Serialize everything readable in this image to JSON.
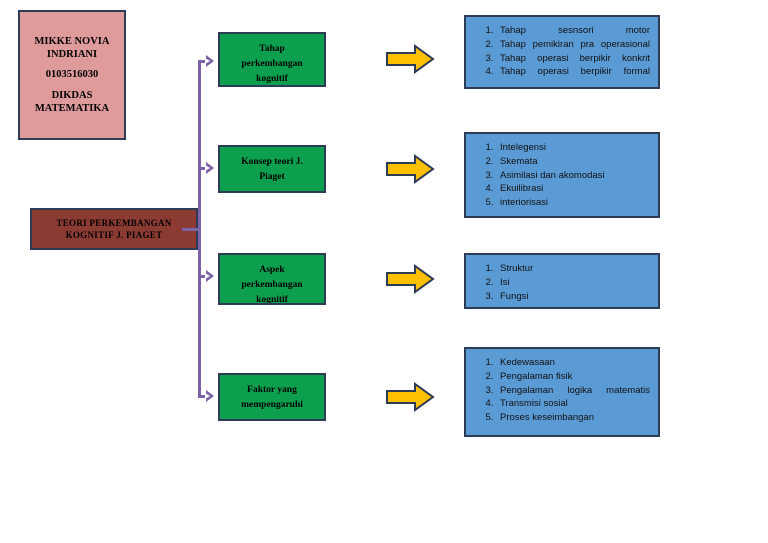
{
  "diagram": {
    "title": "Teori Perkembangan Kognitif J. Piaget",
    "colors": {
      "name_card_fill": "#DF9B9B",
      "root_fill": "#8C3B33",
      "stage_fill": "#0CA04E",
      "content_fill": "#5B9BD5",
      "arrow_fill": "#FFC000",
      "outline": "#2E3B55",
      "connector": "#7E62A8"
    },
    "name_card": {
      "student_name_line1": "MIKKE NOVIA",
      "student_name_line2": "INDRIANI",
      "student_id": "0103516030",
      "program_line1": "DIKDAS",
      "program_line2": "MATEMATIKA"
    },
    "root": {
      "label_line1": "TEORI PERKEMBANGAN",
      "label_line2": "KOGNITIF J. PIAGET"
    },
    "branches": [
      {
        "stage_label_line1": "Tahap",
        "stage_label_line2": "perkembangan",
        "stage_label_line3": "kognitif",
        "arrow_label": "leads-to",
        "items": [
          "Tahap sesnsori motor",
          "Tahap pemikiran pra operasional",
          "Tahap operasi berpikir konkrit",
          "Tahap operasi berpikir formal"
        ]
      },
      {
        "stage_label_line1": "Konsep teori J.",
        "stage_label_line2": "Piaget",
        "stage_label_line3": "",
        "arrow_label": "leads-to",
        "items": [
          "Intelegensi",
          "Skemata",
          "Asimilasi dan akomodasi",
          "Ekuilibrasi",
          "interiorisasi"
        ]
      },
      {
        "stage_label_line1": "Aspek",
        "stage_label_line2": "perkembangan",
        "stage_label_line3": "kognitif",
        "arrow_label": "leads-to",
        "items": [
          "Struktur",
          "Isi",
          "Fungsi"
        ]
      },
      {
        "stage_label_line1": "Faktor yang",
        "stage_label_line2": "mempengaruhi",
        "stage_label_line3": "",
        "arrow_label": "leads-to",
        "items": [
          "Kedewasaan",
          "Pengalaman fisik",
          "Pengalaman logika matematis",
          "Transmisi sosial",
          "Proses keseimbangan"
        ]
      }
    ]
  }
}
